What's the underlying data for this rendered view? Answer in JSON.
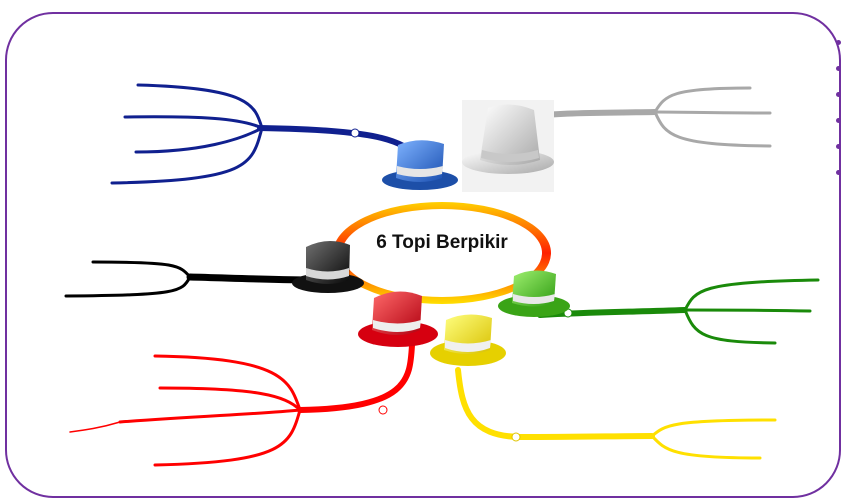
{
  "center": {
    "label": "6 Topi Berpikir"
  },
  "colors": {
    "frame": "#7030a0",
    "blue": "#10208f",
    "white": "#a0a0a0",
    "black": "#000000",
    "red": "#ff0000",
    "yellow": "#ffe000",
    "green": "#1a8a0a"
  },
  "hats": [
    "blue-hat",
    "white-hat",
    "black-hat",
    "red-hat",
    "yellow-hat",
    "green-hat"
  ]
}
